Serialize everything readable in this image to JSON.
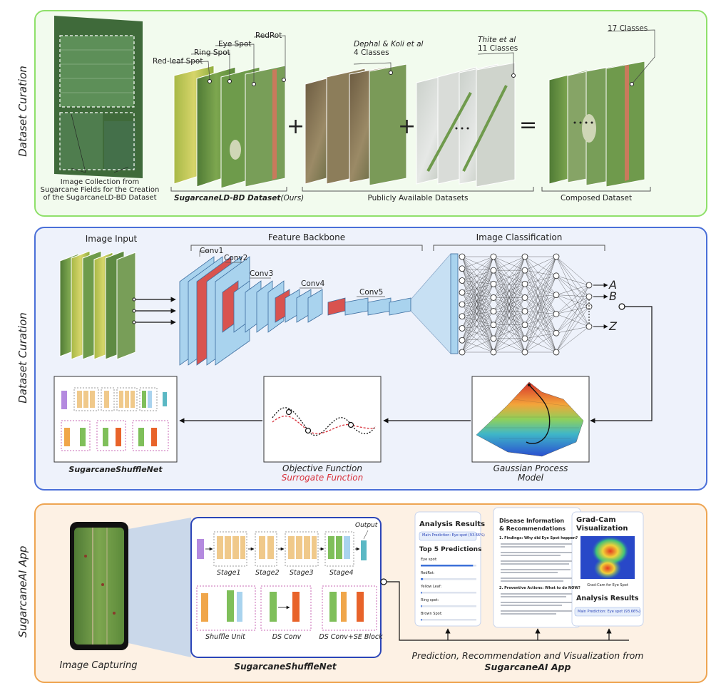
{
  "sections": {
    "curation_label": "Dataset Curation",
    "model_label": "Dataset Curation",
    "app_label": "SugarcaneAI App"
  },
  "curation": {
    "collection_caption": [
      "Image Collection from",
      "Sugarcane Fields for the Creation",
      "of the SugarcaneLD-BD Dataset"
    ],
    "own_labels": {
      "red_leaf": "Red-leaf Spot",
      "ring": "Ring Spot",
      "eye": "Eye Spot",
      "red_rot": "RedRot"
    },
    "own_dataset": "SugarcaneLD-BD Dataset",
    "own_suffix": "(Ours)",
    "dephal_title": "Dephal & Koli et al",
    "dephal_classes": "4 Classes",
    "thite_title": "Thite et al",
    "thite_classes": "11 Classes",
    "composed_classes": "17 Classes",
    "plus": "+",
    "equals": "=",
    "public_label": "Publicly Available Datasets",
    "composed_label": "Composed Dataset"
  },
  "model": {
    "image_input": "Image Input",
    "feature_backbone": "Feature Backbone",
    "image_classification": "Image Classification",
    "convs": [
      "Conv1",
      "Conv2",
      "Conv3",
      "Conv4",
      "Conv5"
    ],
    "outputs": [
      "A",
      "B",
      "Z"
    ],
    "objective": "Objective Function",
    "surrogate": "Surrogate Function",
    "gp": [
      "Gaussian Process",
      "Model"
    ],
    "net_name": "SugarcaneShuffleNet"
  },
  "app": {
    "output_label": "Output",
    "stages": [
      "Stage1",
      "Stage2",
      "Stage3",
      "Stage4"
    ],
    "blocks": [
      "Shuffle Unit",
      "DS Conv",
      "DS Conv+SE Block"
    ],
    "net_name": "SugarcaneShuffleNet",
    "capture_label": "Image Capturing",
    "bottom_line1": "Prediction, Recommendation and Visualization from",
    "bottom_line2": "SugarcaneAI App",
    "card1": {
      "title": "Analysis Results",
      "main_prediction": "Main Prediction: Eye spot (93.66%)",
      "top5_title": "Top 5 Predictions",
      "items": [
        {
          "label": "Eye spot:",
          "value": 0.94
        },
        {
          "label": "RedRot:",
          "value": 0.04
        },
        {
          "label": "Yellow Leaf:",
          "value": 0.01
        },
        {
          "label": "Ring spot:",
          "value": 0.005
        },
        {
          "label": "Brown Spot:",
          "value": 0.003
        }
      ]
    },
    "card2": {
      "title1": "Disease Information",
      "title2": "& Recommendations",
      "section1": "1. Findings: Why did Eye Spot happen?",
      "section2": "2. Preventive Actions: What to do NOW?"
    },
    "card3": {
      "title1": "Grad-Cam",
      "title2": "Visualization",
      "caption": "Grad-Cam for Eye Spot",
      "results_title": "Analysis Results",
      "main_prediction": "Main Prediction: Eye spot (93.66%)"
    }
  },
  "colors": {
    "green_border": "#8fe06a",
    "blue_border": "#4a6fd8",
    "orange_border": "#eea552",
    "conv_blue": "#a9d3ee",
    "conv_red": "#d9534f",
    "surrogate_red": "#d8323c"
  }
}
